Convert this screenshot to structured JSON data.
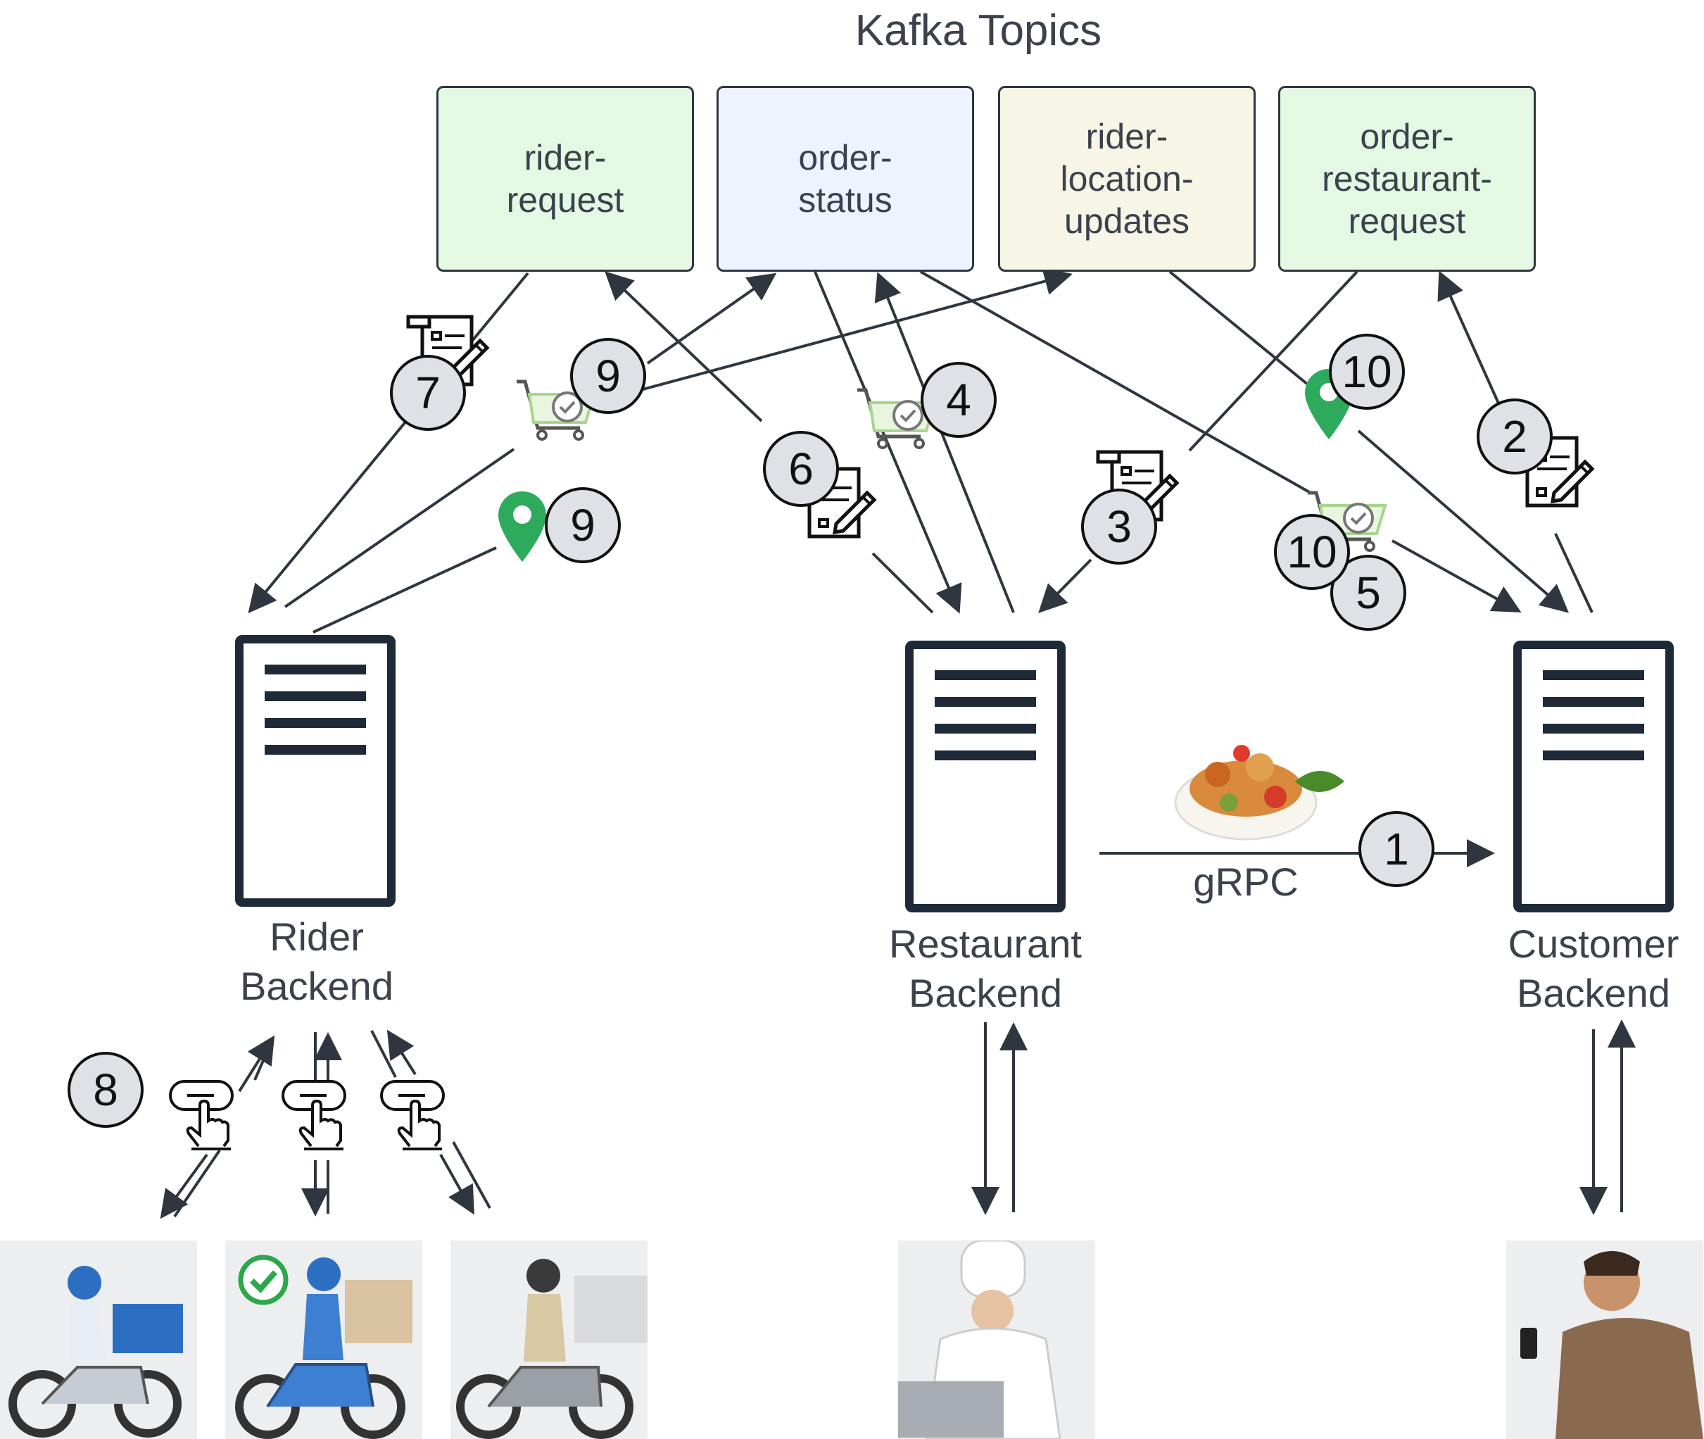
{
  "title": "Kafka Topics",
  "topics": [
    {
      "label": "rider-\nrequest",
      "color": "#e3f9e3"
    },
    {
      "label": "order-\nstatus",
      "color": "#edf4ff"
    },
    {
      "label": "rider-\nlocation-\nupdates",
      "color": "#f7f5e6"
    },
    {
      "label": "order-\nrestaurant-\nrequest",
      "color": "#e3f9e3"
    }
  ],
  "backends": {
    "rider": "Rider\nBackend",
    "restaurant": "Restaurant\nBackend",
    "customer": "Customer\nBackend"
  },
  "protocol_label": "gRPC",
  "steps": [
    "1",
    "2",
    "3",
    "4",
    "5",
    "6",
    "7",
    "8",
    "9",
    "9",
    "10",
    "10"
  ],
  "icons": [
    "server-icon",
    "order-form-icon",
    "shopping-cart-check-icon",
    "location-pin-icon",
    "tap-button-icon",
    "food-dish-icon",
    "check-circle-icon"
  ],
  "colors": {
    "line": "#2f3640",
    "server": "#1f2a38",
    "pin": "#2eaa5c",
    "badge": "#dfe1e6",
    "cart": "#a8d48e",
    "check": "#2aa84a"
  }
}
